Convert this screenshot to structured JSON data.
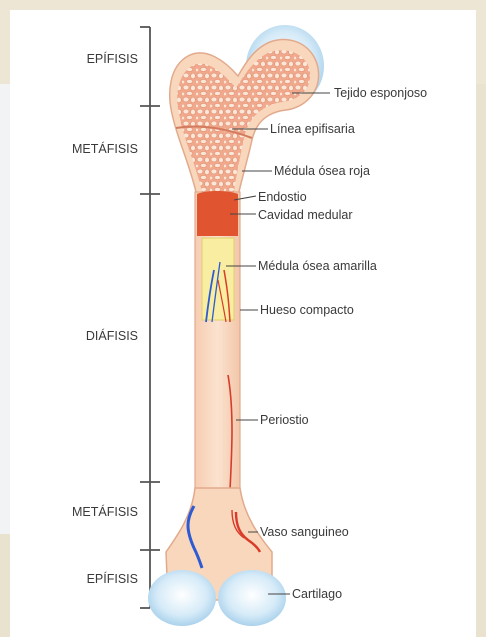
{
  "sections": [
    {
      "id": "epifisis-top",
      "label": "EPÍFISIS"
    },
    {
      "id": "metafisis-top",
      "label": "METÁFISIS"
    },
    {
      "id": "diafisis",
      "label": "DIÁFISIS"
    },
    {
      "id": "metafisis-bottom",
      "label": "METÁFISIS"
    },
    {
      "id": "epifisis-bottom",
      "label": "EPÍFISIS"
    }
  ],
  "labels": {
    "tejido_esponjoso": "Tejido esponjoso",
    "linea_epifisaria": "Línea epifisaria",
    "medula_roja": "Médula ósea roja",
    "endostio": "Endostio",
    "cavidad_medular": "Cavidad medular",
    "medula_amarilla": "Médula ósea amarilla",
    "hueso_compacto": "Hueso compacto",
    "periostio": "Periostio",
    "vaso_sanguineo": "Vaso sanguineo",
    "cartilago": "Cartilago"
  },
  "colors": {
    "bone": "#f9d9c0",
    "bone_outline": "#e4b294",
    "spongy": "#f1b79c",
    "red_marrow": "#e0542f",
    "yellow_marrow": "#f8eda0",
    "cartilage": "#cfe6f6",
    "artery": "#d93b2b",
    "vein": "#2d5bd3"
  }
}
